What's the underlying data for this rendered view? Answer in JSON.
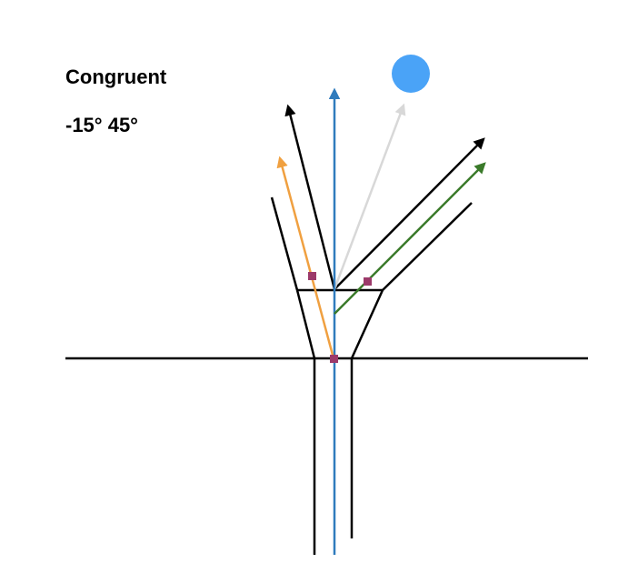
{
  "diagram": {
    "condition": "Congruent",
    "angles": "-15° 45°"
  },
  "colors": {
    "background": "#ffffff",
    "structure": "#000000",
    "axis_arrow": "#2f7bbd",
    "orange_arrow": "#f0a040",
    "green_arrow": "#3a7a2a",
    "gray_arrow": "#d8d8d8",
    "sun": "#4aa3f7",
    "markers": "#9c3a6a"
  },
  "icons": {
    "sun": "sun-icon",
    "marker": "square-marker"
  }
}
